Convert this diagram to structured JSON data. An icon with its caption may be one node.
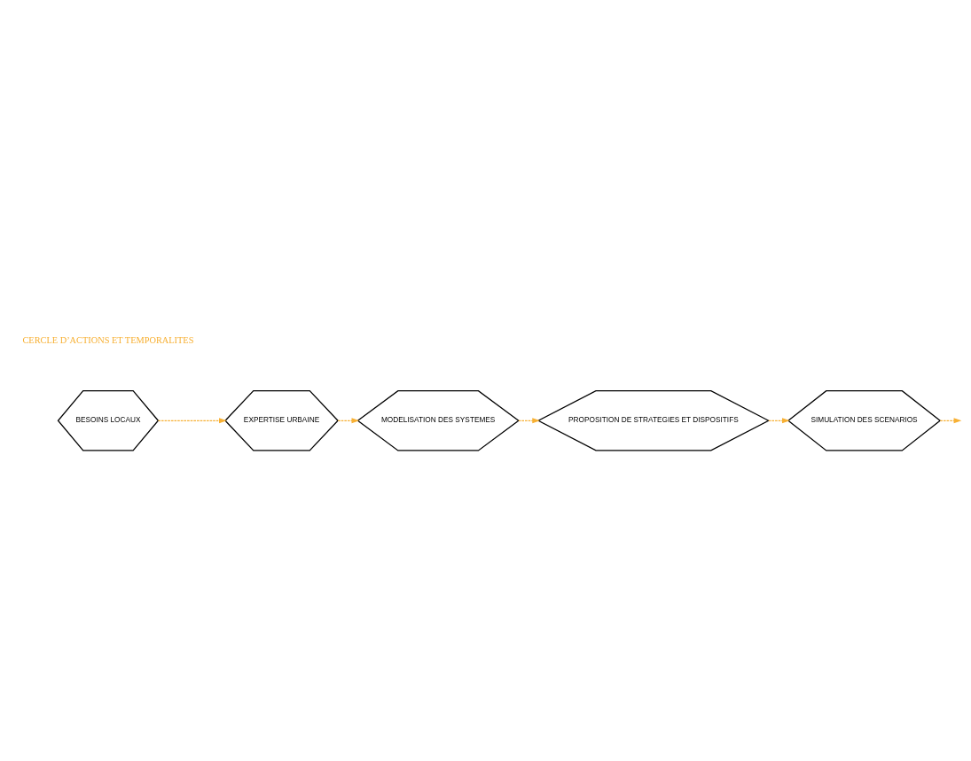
{
  "diagram": {
    "nodes": [
      {
        "text": [
          "BESOINS LOCAUX"
        ]
      },
      {
        "text": [
          "EXPERTISE URBAINE"
        ]
      },
      {
        "text": [
          "MODELISATION DES SYSTEMES"
        ]
      },
      {
        "text": [
          "PROPOSITION DE STRATEGIES ET DISPOSITIFS"
        ]
      },
      {
        "text": [
          "SIMULATION DES SCENARIOS"
        ]
      }
    ],
    "edges": [
      {
        "from": 0,
        "to": 1,
        "arrow": "to",
        "style": "dashed"
      },
      {
        "from": 1,
        "to": 2,
        "arrow": "to",
        "style": "dashed"
      },
      {
        "from": 2,
        "to": 3,
        "arrow": "to",
        "style": "dashed"
      },
      {
        "from": 3,
        "to": 4,
        "arrow": "to",
        "style": "dashed"
      },
      {
        "from": 4,
        "to": null,
        "arrow": "to",
        "style": "dashed"
      }
    ],
    "labels": [
      "CERCLE D’ACTIONS ET TEMPORALITES"
    ]
  }
}
